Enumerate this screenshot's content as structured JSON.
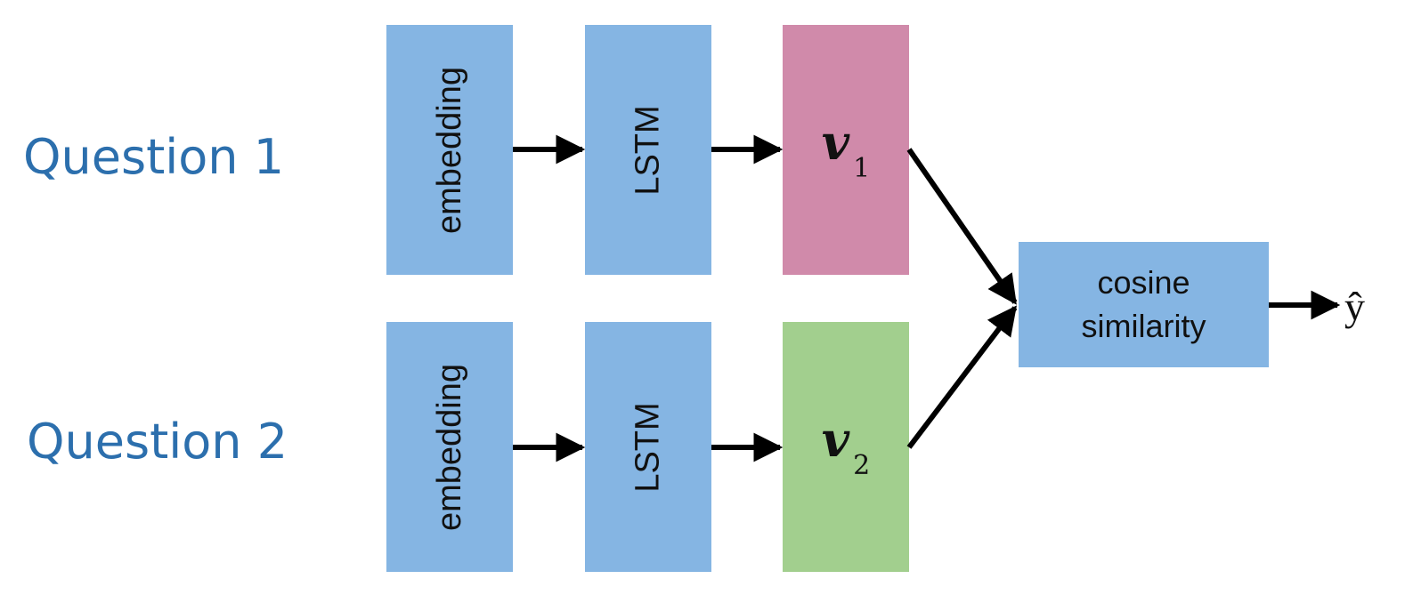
{
  "questions": [
    {
      "label": "Question 1",
      "embedding_label": "embedding",
      "lstm_label": "LSTM",
      "vector_symbol": "v",
      "vector_subscript": "1",
      "vector_color": "#d08aaa"
    },
    {
      "label": "Question 2",
      "embedding_label": "embedding",
      "lstm_label": "LSTM",
      "vector_symbol": "v",
      "vector_subscript": "2",
      "vector_color": "#a2cf8e"
    }
  ],
  "similarity": {
    "line1": "cosine",
    "line2": "similarity"
  },
  "output": {
    "label": "ŷ"
  },
  "colors": {
    "label_text": "#2c6fad",
    "block_blue": "#85b5e3",
    "arrow": "#000000"
  }
}
